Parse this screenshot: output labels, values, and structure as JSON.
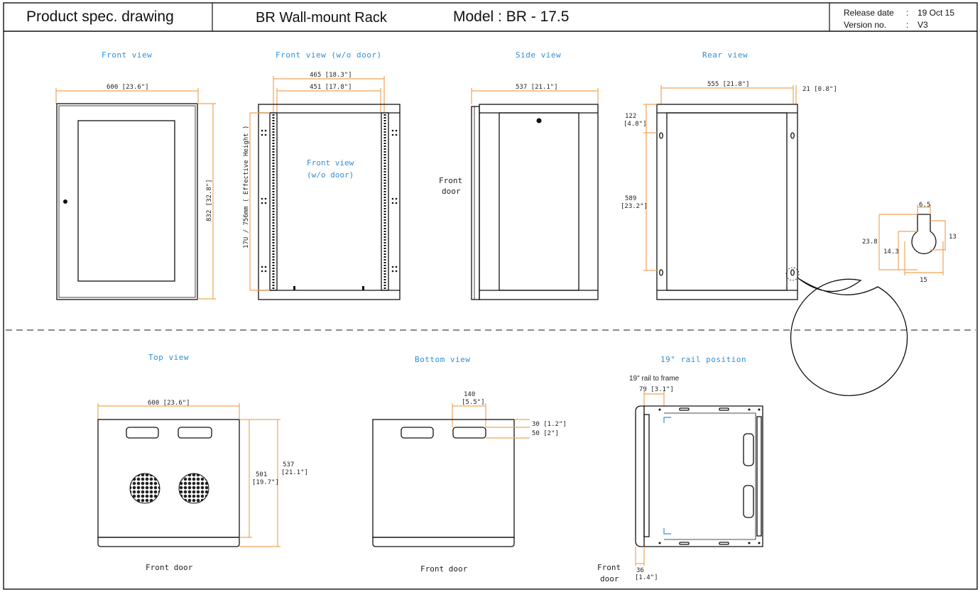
{
  "header": {
    "doc_type": "Product spec. drawing",
    "product": "BR Wall-mount Rack",
    "model": "Model : BR - 17.5",
    "release_label": "Release date",
    "release_sep": ":",
    "release_value": "19 Oct 15",
    "version_label": "Version no.",
    "version_sep": ":",
    "version_value": "V3"
  },
  "views": {
    "front": {
      "title": "Front view",
      "width": "600 [23.6\"]",
      "height": "832 [32.8\"]"
    },
    "front_nodoor": {
      "title": "Front view (w/o door)",
      "outer_width": "465 [18.3\"]",
      "inner_width": "451 [17.8\"]",
      "effective_height": "17U / 756mm ( Effective Height )",
      "label_line1": "Front view",
      "label_line2": "(w/o door)"
    },
    "side": {
      "title": "Side view",
      "depth": "537 [21.1\"]",
      "front_label_1": "Front",
      "front_label_2": "door"
    },
    "rear": {
      "title": "Rear view",
      "width": "555 [21.8\"]",
      "offset": "21 [0.8\"]",
      "top_a": "122",
      "top_b": "[4.8\"]",
      "hole_a": "589",
      "hole_b": "[23.2\"]",
      "detail": {
        "d1": "6.5",
        "d2": "13",
        "d3": "23.8",
        "d4": "14.3",
        "d5": "15"
      }
    },
    "top": {
      "title": "Top view",
      "width": "600 [23.6\"]",
      "inner_depth_a": "501",
      "inner_depth_b": "[19.7\"]",
      "depth_a": "537",
      "depth_b": "[21.1\"]",
      "front_label": "Front door"
    },
    "bottom": {
      "title": "Bottom view",
      "slot_a": "140",
      "slot_b": "[5.5\"]",
      "off1": "30 [1.2\"]",
      "off2": "50 [2\"]",
      "front_label": "Front door"
    },
    "rail": {
      "title": "19\" rail position",
      "caption": "19\" rail to frame",
      "dist": "79 [3.1\"]",
      "front_a": "Front",
      "front_b": "door",
      "bottom_a": "36",
      "bottom_b": "[1.4\"]"
    }
  },
  "colors": {
    "title_blue": "#2f8fd6",
    "dimension_orange": "#f0a35a",
    "line": "#111111"
  }
}
